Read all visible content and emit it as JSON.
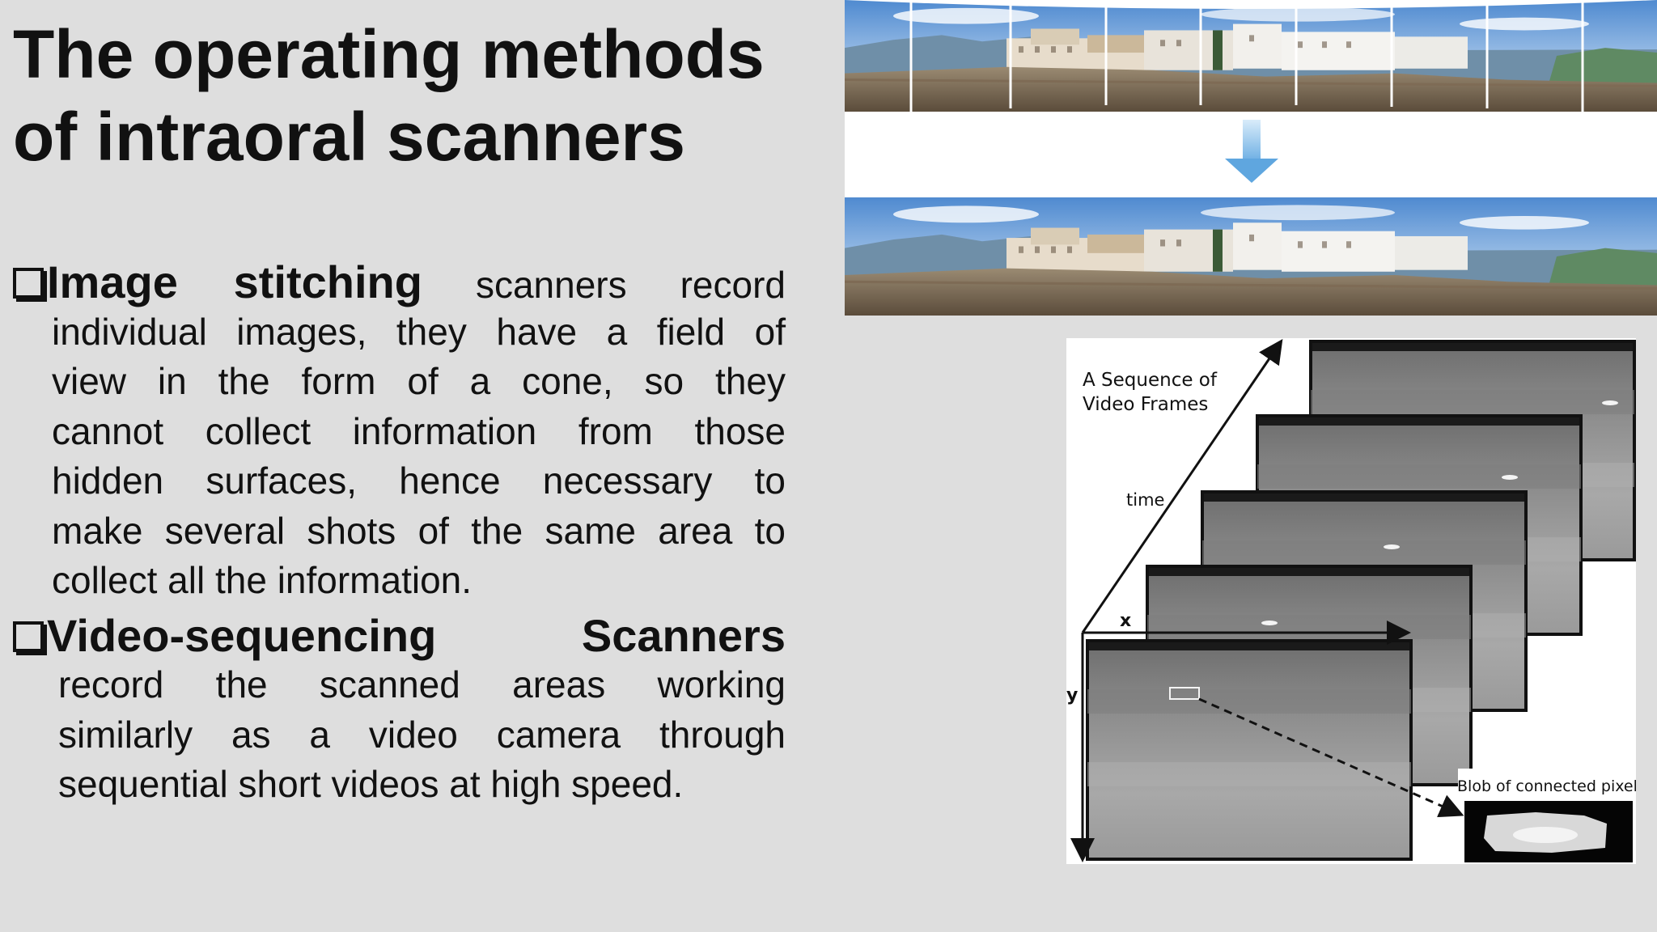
{
  "slide": {
    "title_line1": "The operating methods",
    "title_line2": "of intraoral scanners"
  },
  "bullets": {
    "image_stitching": {
      "heading": "Image stitching",
      "lines": [
        "scanners record",
        "individual images, they have a field of",
        "view in the form of a cone, so they",
        "cannot collect information from those",
        "hidden surfaces, hence necessary to",
        "make several shots of the same area to",
        "collect all the information."
      ]
    },
    "video_sequencing": {
      "heading_part1": "Video-sequencing",
      "heading_part2": "Scanners",
      "lines": [
        "record the scanned areas working",
        "similarly as a video camera through",
        "sequential  short videos at high speed."
      ]
    }
  },
  "figure_sequence": {
    "label_sequence_line1": "A Sequence of",
    "label_sequence_line2": "Video Frames",
    "label_time": "time",
    "label_x": "x",
    "label_y": "y",
    "label_blob": "Blob of connected pixels"
  },
  "colors": {
    "background": "#dedede",
    "text": "#111111",
    "arrow_blue": "#8ec3ea",
    "sky": "#5d97d6",
    "frame_gray": "#8a8a8a"
  }
}
